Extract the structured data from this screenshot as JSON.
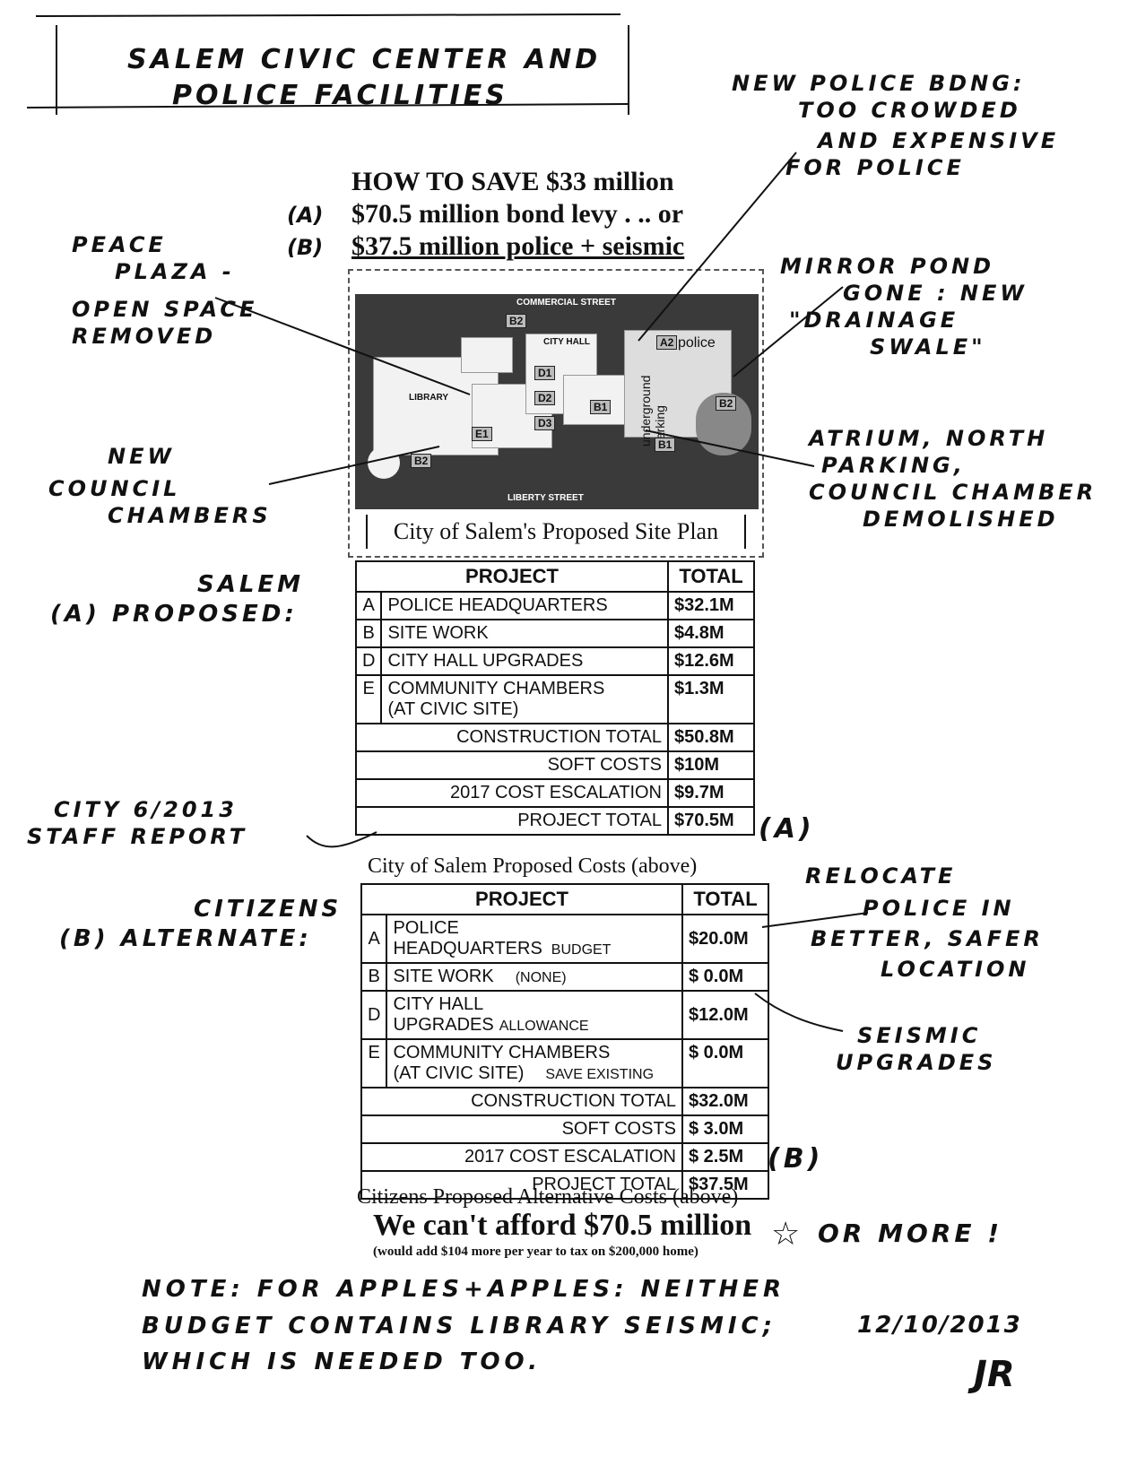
{
  "title": {
    "line1": "SALEM CIVIC CENTER AND",
    "line2": "POLICE FACILITIES"
  },
  "headline": {
    "main": "HOW TO SAVE $33 million",
    "option_a_mark": "(A)",
    "option_a": "$70.5 million bond levy . .. or",
    "option_b_mark": "(B)",
    "option_b": "$37.5 million police + seismic"
  },
  "site_plan": {
    "street_top": "COMMERCIAL STREET",
    "street_bottom": "LIBERTY STREET",
    "labels": {
      "library": "LIBRARY",
      "city_hall": "CITY HALL",
      "police": "police",
      "underground_parking": "underground parking"
    },
    "badges": [
      "B2",
      "A2",
      "D1",
      "D2",
      "D3",
      "B1",
      "E1",
      "B2",
      "B2",
      "B1"
    ],
    "caption": "City of Salem's Proposed  Site Plan"
  },
  "notes": {
    "new_police": [
      "NEW POLICE BDNG:",
      "TOO CROWDED",
      "AND EXPENSIVE",
      "FOR POLICE"
    ],
    "peace_plaza": [
      "PEACE",
      "PLAZA -",
      "OPEN SPACE",
      "REMOVED"
    ],
    "mirror_pond": [
      "MIRROR POND",
      "GONE : NEW",
      "\"DRAINAGE",
      "SWALE\""
    ],
    "atrium": [
      "ATRIUM, NORTH",
      "PARKING,",
      "COUNCIL CHAMBER",
      "DEMOLISHED"
    ],
    "new_council": [
      "NEW",
      "COUNCIL",
      "CHAMBERS"
    ],
    "salem_proposed": [
      "SALEM",
      "(A) PROPOSED:"
    ],
    "staff_report": [
      "CITY 6/2013",
      "STAFF REPORT"
    ],
    "citizens_alternate": [
      "CITIZENS",
      "(B) ALTERNATE:"
    ],
    "relocate": [
      "RELOCATE",
      "POLICE IN",
      "BETTER, SAFER",
      "LOCATION"
    ],
    "seismic": [
      "SEISMIC",
      "UPGRADES"
    ],
    "or_more": "OR MORE !",
    "mark_a": "(A)",
    "mark_b": "(B)",
    "final_note": [
      "NOTE: FOR APPLES+APPLES: NEITHER",
      "BUDGET CONTAINS LIBRARY SEISMIC;",
      "WHICH IS NEEDED TOO."
    ],
    "date": "12/10/2013",
    "signature": "JR"
  },
  "table_a": {
    "headers": [
      "PROJECT",
      "TOTAL"
    ],
    "rows": [
      {
        "code": "A",
        "project": "POLICE HEADQUARTERS",
        "total": "$32.1M"
      },
      {
        "code": "B",
        "project": "SITE WORK",
        "total": "$4.8M"
      },
      {
        "code": "D",
        "project": "CITY HALL UPGRADES",
        "total": "$12.6M"
      },
      {
        "code": "E",
        "project": "COMMUNITY CHAMBERS",
        "project2": "(AT CIVIC SITE)",
        "total": "$1.3M"
      }
    ],
    "summary": [
      {
        "label": "CONSTRUCTION TOTAL",
        "total": "$50.8M"
      },
      {
        "label": "SOFT COSTS",
        "total": "$10M"
      },
      {
        "label": "2017 COST ESCALATION",
        "total": "$9.7M"
      },
      {
        "label": "PROJECT TOTAL",
        "total": "$70.5M"
      }
    ],
    "caption": "City of Salem Proposed Costs (above)"
  },
  "table_b": {
    "headers": [
      "PROJECT",
      "TOTAL"
    ],
    "rows": [
      {
        "code": "A",
        "project": "POLICE HEADQUARTERS",
        "note": "BUDGET",
        "total": "$20.0M"
      },
      {
        "code": "B",
        "project": "SITE WORK",
        "note": "(NONE)",
        "total": "$ 0.0M"
      },
      {
        "code": "D",
        "project": "CITY HALL UPGRADES",
        "note": "ALLOWANCE",
        "total": "$12.0M"
      },
      {
        "code": "E",
        "project": "COMMUNITY CHAMBERS",
        "project2": "(AT CIVIC SITE)",
        "note": "SAVE EXISTING",
        "total": "$ 0.0M"
      }
    ],
    "summary": [
      {
        "label": "CONSTRUCTION TOTAL",
        "total": "$32.0M"
      },
      {
        "label": "SOFT COSTS",
        "total": "$ 3.0M"
      },
      {
        "label": "2017 COST ESCALATION",
        "total": "$ 2.5M"
      },
      {
        "label": "PROJECT TOTAL",
        "total": "$37.5M"
      }
    ],
    "caption": "Citizens Proposed Alternative Costs (above)"
  },
  "bottom": {
    "main": "We can't afford $70.5 million",
    "sub": "(would add $104 more per year to tax on $200,000 home)"
  }
}
